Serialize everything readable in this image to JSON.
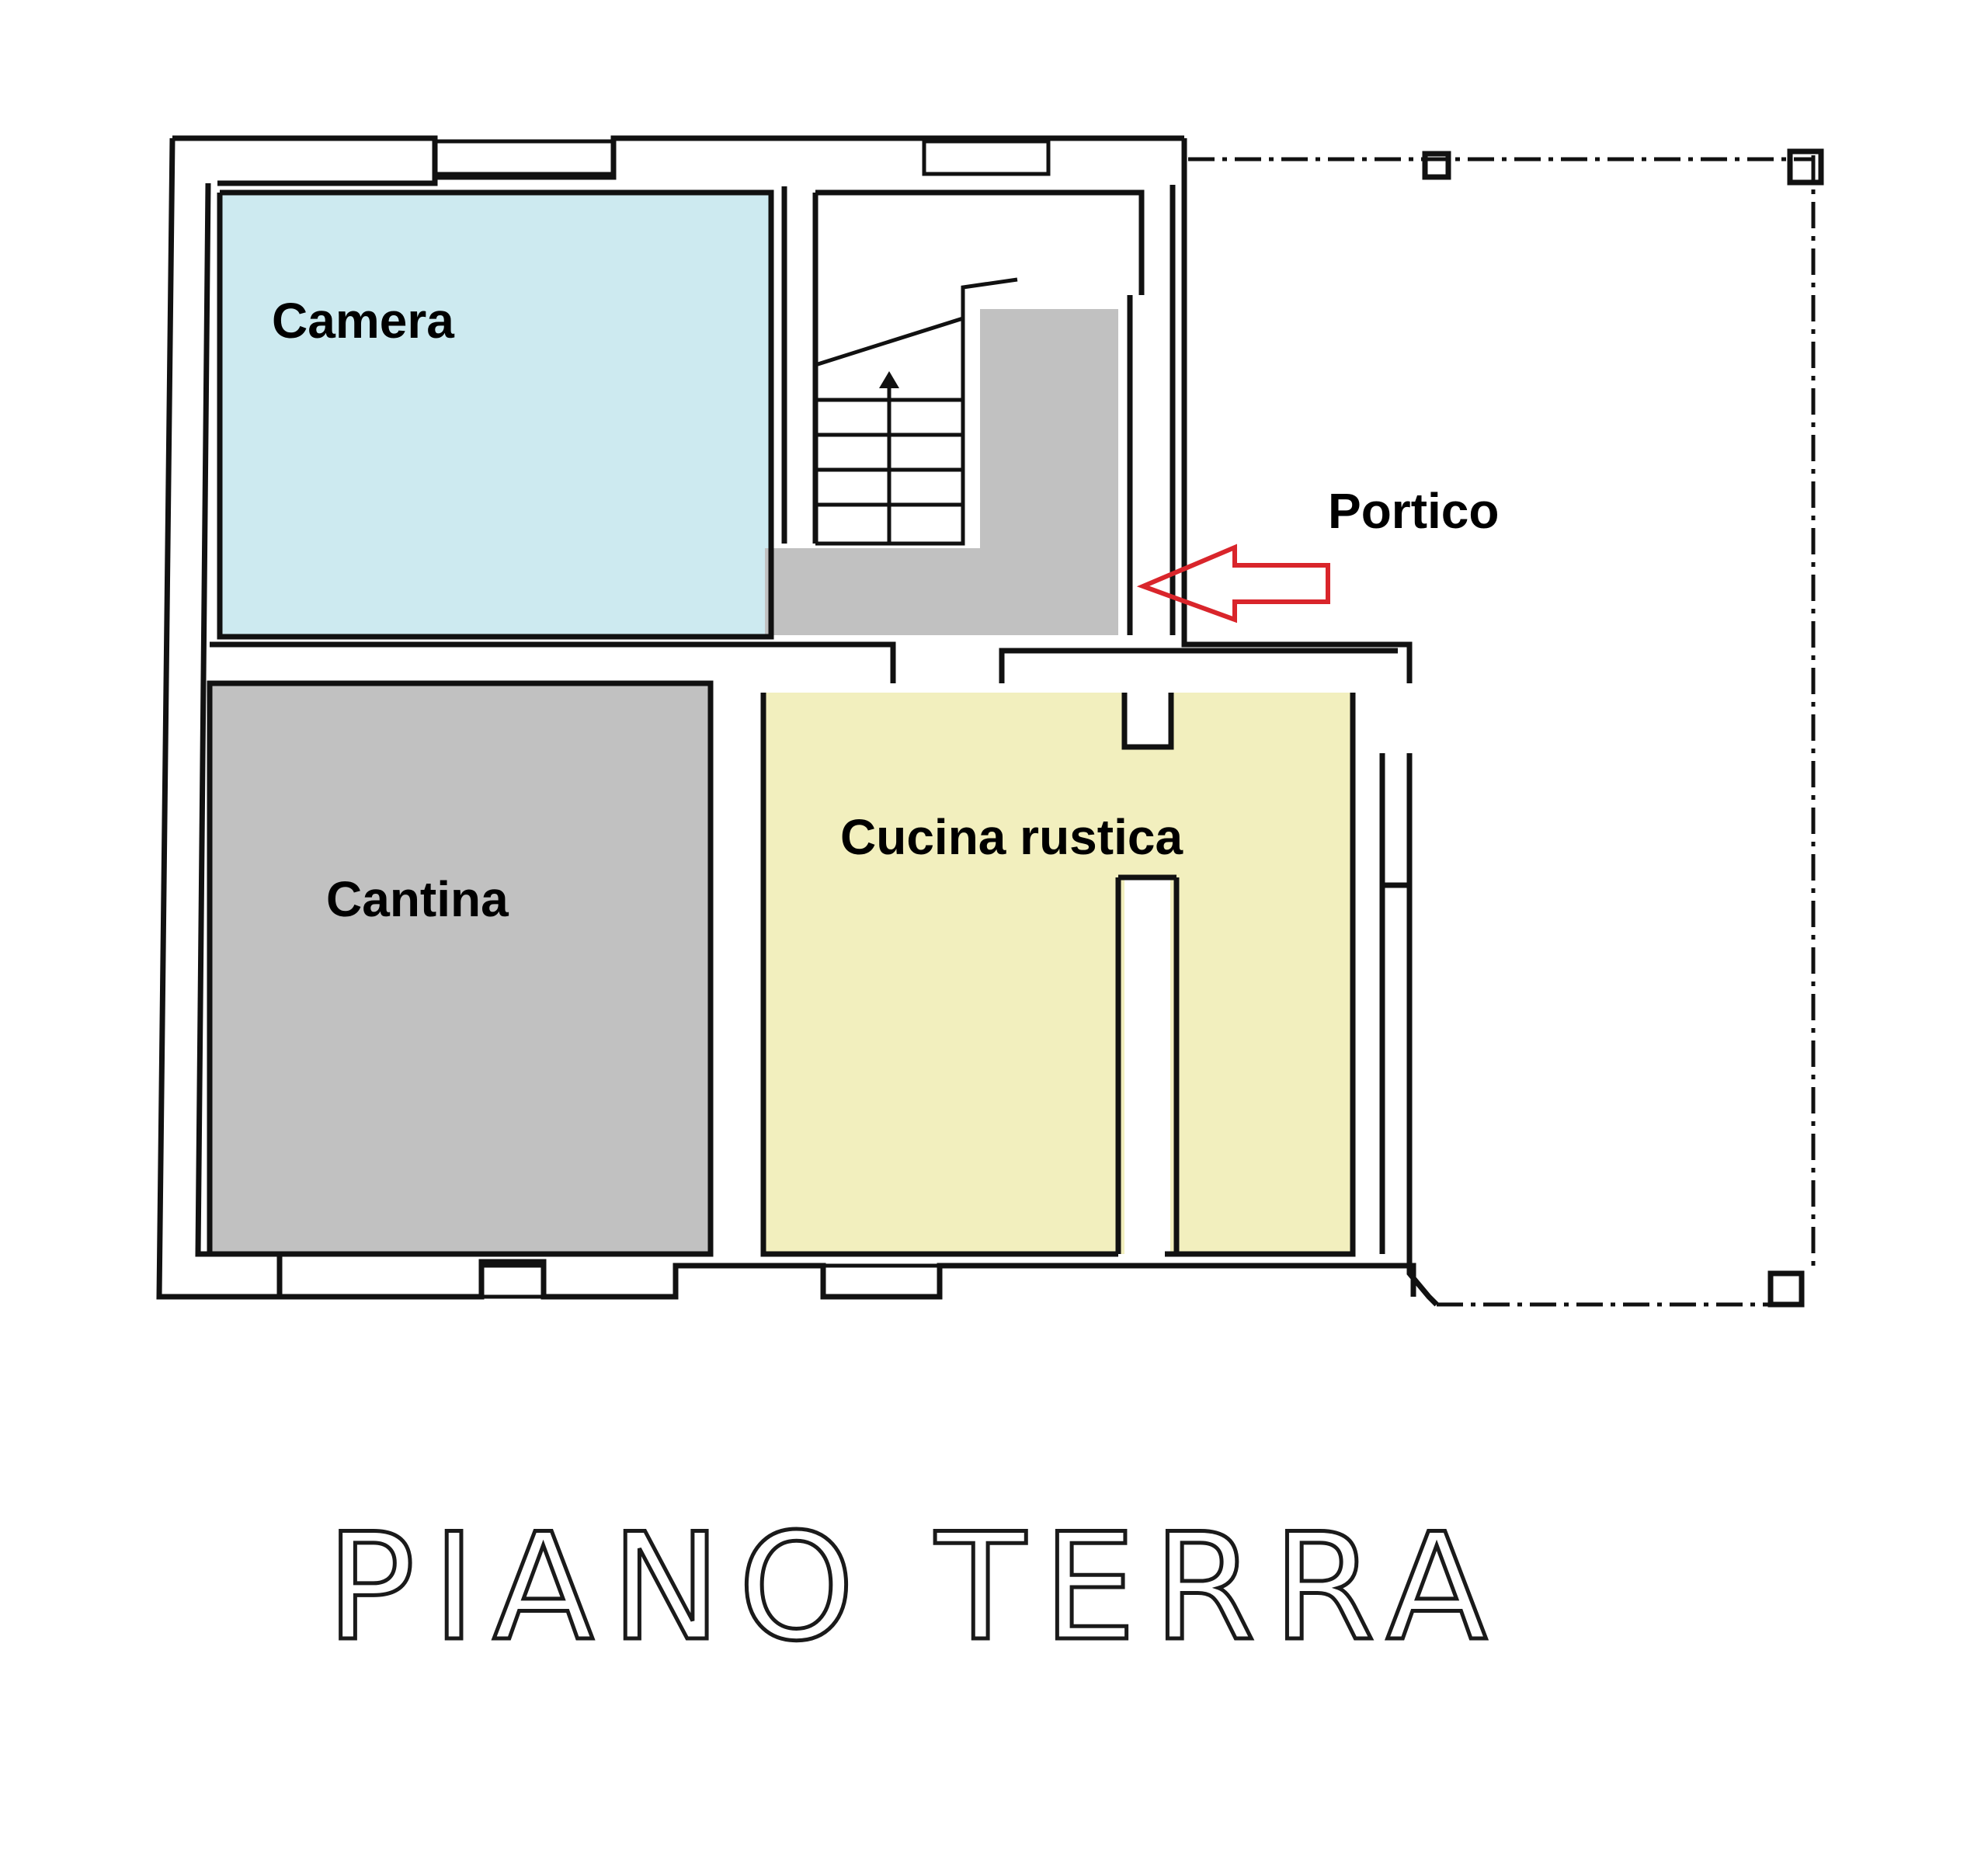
{
  "rooms": {
    "camera": {
      "label": "Camera",
      "color": "#cdeaf0"
    },
    "cantina": {
      "label": "Cantina",
      "color": "#c1c1c1"
    },
    "cucina": {
      "label": "Cucina rustica",
      "color": "#f2efbe"
    },
    "portico": {
      "label": "Portico"
    },
    "hall": {
      "color": "#c1c1c1"
    }
  },
  "title": "PIANO TERRA",
  "entrance_arrow": {
    "color": "#d9252b"
  }
}
